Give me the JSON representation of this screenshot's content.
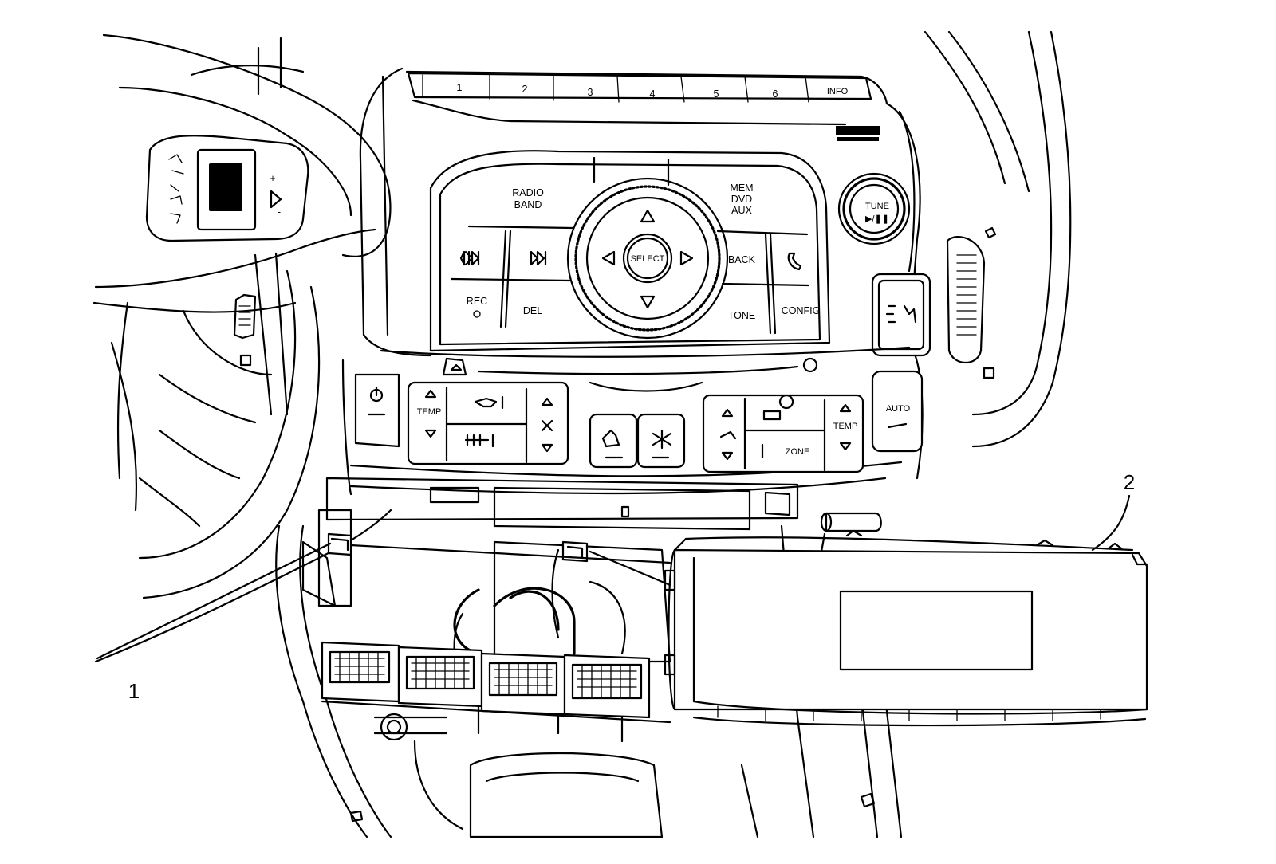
{
  "preset_buttons": [
    "1",
    "2",
    "3",
    "4",
    "5",
    "6",
    "INFO"
  ],
  "radio_panel": {
    "radio_band": [
      "RADIO",
      "BAND"
    ],
    "mem_dvd_aux": [
      "MEM",
      "DVD",
      "AUX"
    ],
    "select": "SELECT",
    "back": "BACK",
    "rec": "REC",
    "del": "DEL",
    "tone": "TONE",
    "config": "CONFIG",
    "tune": "TUNE",
    "tune_symbol": "▶/❚❚"
  },
  "climate_panel": {
    "temp_left": "TEMP",
    "temp_right": "TEMP",
    "zone": "ZONE",
    "auto": "AUTO"
  },
  "steering_controls": {
    "plus": "+",
    "minus": "-"
  },
  "callouts": [
    {
      "id": "1",
      "text": "1"
    },
    {
      "id": "2",
      "text": "2"
    }
  ],
  "icons": {
    "power": "power-icon",
    "eject": "eject-icon",
    "defrost_front": "front-defrost-icon",
    "defrost_rear": "rear-defrost-icon",
    "fan": "fan-icon",
    "seat_heat": "heated-seat-icon",
    "ac": "snowflake-icon",
    "phone": "phone-icon",
    "prev": "previous-track-icon",
    "next": "next-track-icon"
  }
}
